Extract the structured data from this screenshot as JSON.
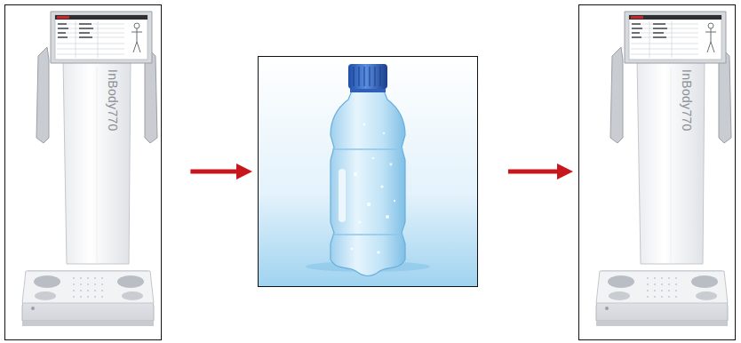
{
  "diagram": {
    "nodes": [
      {
        "text": [
          "InBody770"
        ]
      },
      {
        "text": []
      },
      {
        "text": [
          "InBody770"
        ]
      }
    ],
    "edges": [
      {
        "from": 0,
        "to": 1,
        "arrow": "to"
      },
      {
        "from": 1,
        "to": 2,
        "arrow": "to"
      }
    ]
  }
}
